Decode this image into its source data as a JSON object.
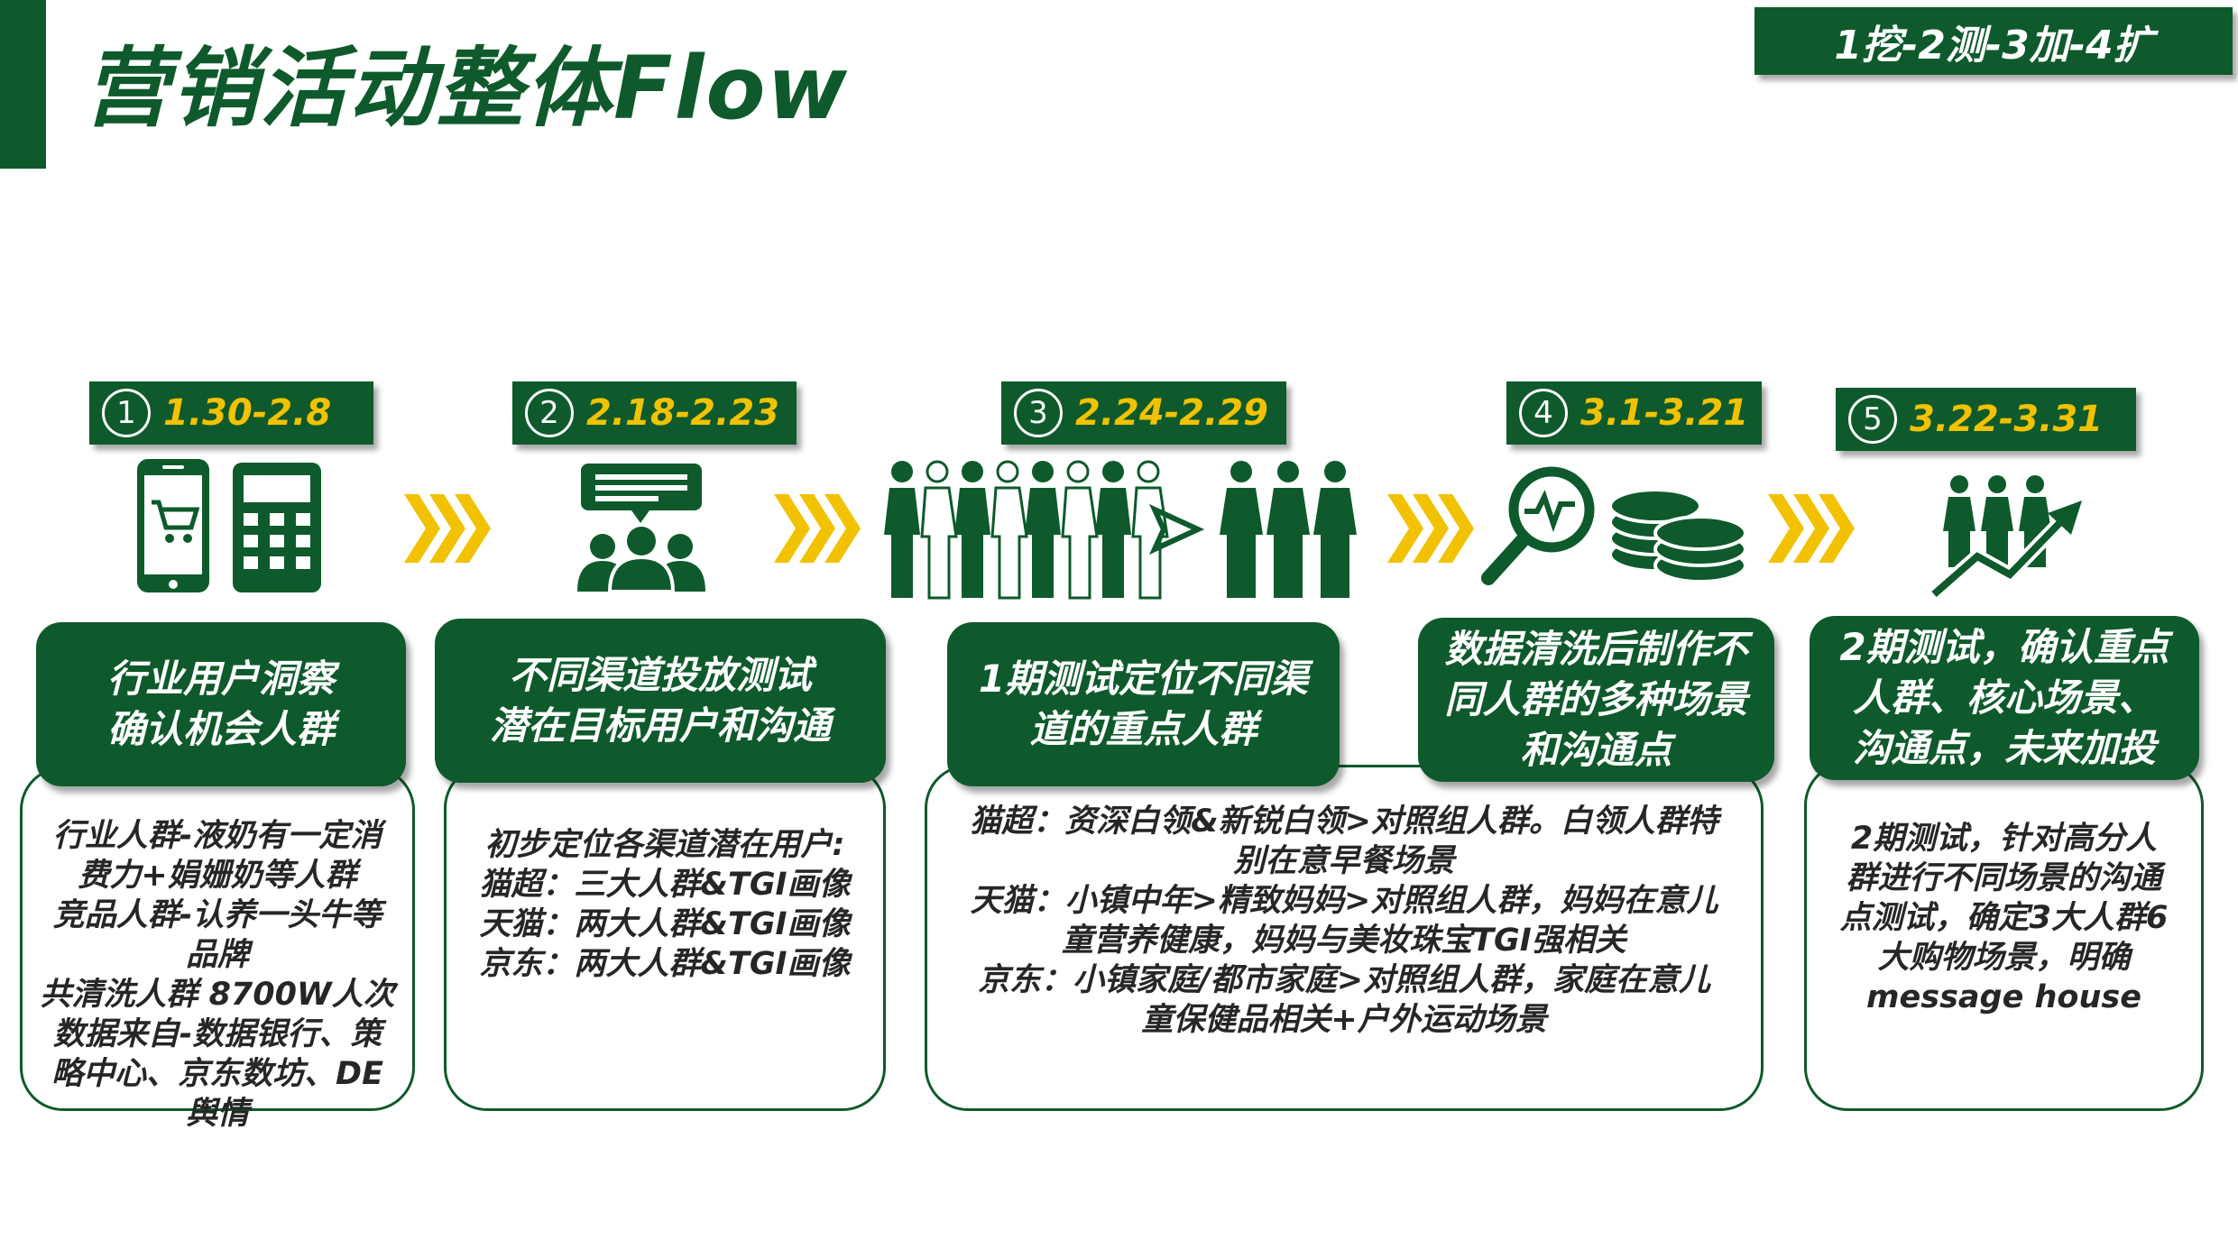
{
  "title": "营销活动整体Flow",
  "badge": "1挖-2测-3加-4扩",
  "colors": {
    "brand_green": "#0e5a2c",
    "accent_yellow": "#f2c200"
  },
  "steps": [
    {
      "number": "1",
      "date": "1.30-2.8",
      "icon": "phone-cart-calculator-icon",
      "heading_lines": [
        "行业用户洞察",
        "确认机会人群"
      ],
      "body_lines": [
        "行业人群-液奶有一定消",
        "费力+娟姗奶等人群",
        "竞品人群-认养一头牛等",
        "品牌",
        "共清洗人群 8700W人次",
        "数据来自-数据银行、策",
        "略中心、京东数坊、DE",
        "舆情"
      ]
    },
    {
      "number": "2",
      "date": "2.18-2.23",
      "icon": "group-chat-icon",
      "heading_lines": [
        "不同渠道投放测试",
        "潜在目标用户和沟通"
      ],
      "body_lines": [
        "初步定位各渠道潜在用户:",
        "猫超：三大人群&TGI画像",
        "天猫：两大人群&TGI画像",
        "京东：两大人群&TGI画像"
      ]
    },
    {
      "number": "3",
      "date": "2.24-2.29",
      "icon": "crowd-to-group-icon",
      "heading_lines": [
        "1期测试定位不同渠",
        "道的重点人群"
      ],
      "body_lines": [
        "猫超：资深白领&新锐白领>对照组人群。白领人群特",
        "别在意早餐场景",
        "天猫：小镇中年>精致妈妈>对照组人群，妈妈在意儿",
        "童营养健康，妈妈与美妆珠宝TGI强相关",
        "京东：小镇家庭/都市家庭>对照组人群，家庭在意儿",
        "童保健品相关+户外运动场景"
      ]
    },
    {
      "number": "4",
      "date": "3.1-3.21",
      "icon": "analytics-coins-icon",
      "heading_lines": [
        "数据清洗后制作不",
        "同人群的多种场景",
        "和沟通点"
      ],
      "body_lines": []
    },
    {
      "number": "5",
      "date": "3.22-3.31",
      "icon": "people-growth-icon",
      "heading_lines": [
        "2期测试，确认重点",
        "人群、核心场景、",
        "沟通点，未来加投"
      ],
      "body_lines": [
        "2期测试，针对高分人",
        "群进行不同场景的沟通",
        "点测试，确定3大人群6",
        "大购物场景，明确",
        "message house"
      ]
    }
  ]
}
